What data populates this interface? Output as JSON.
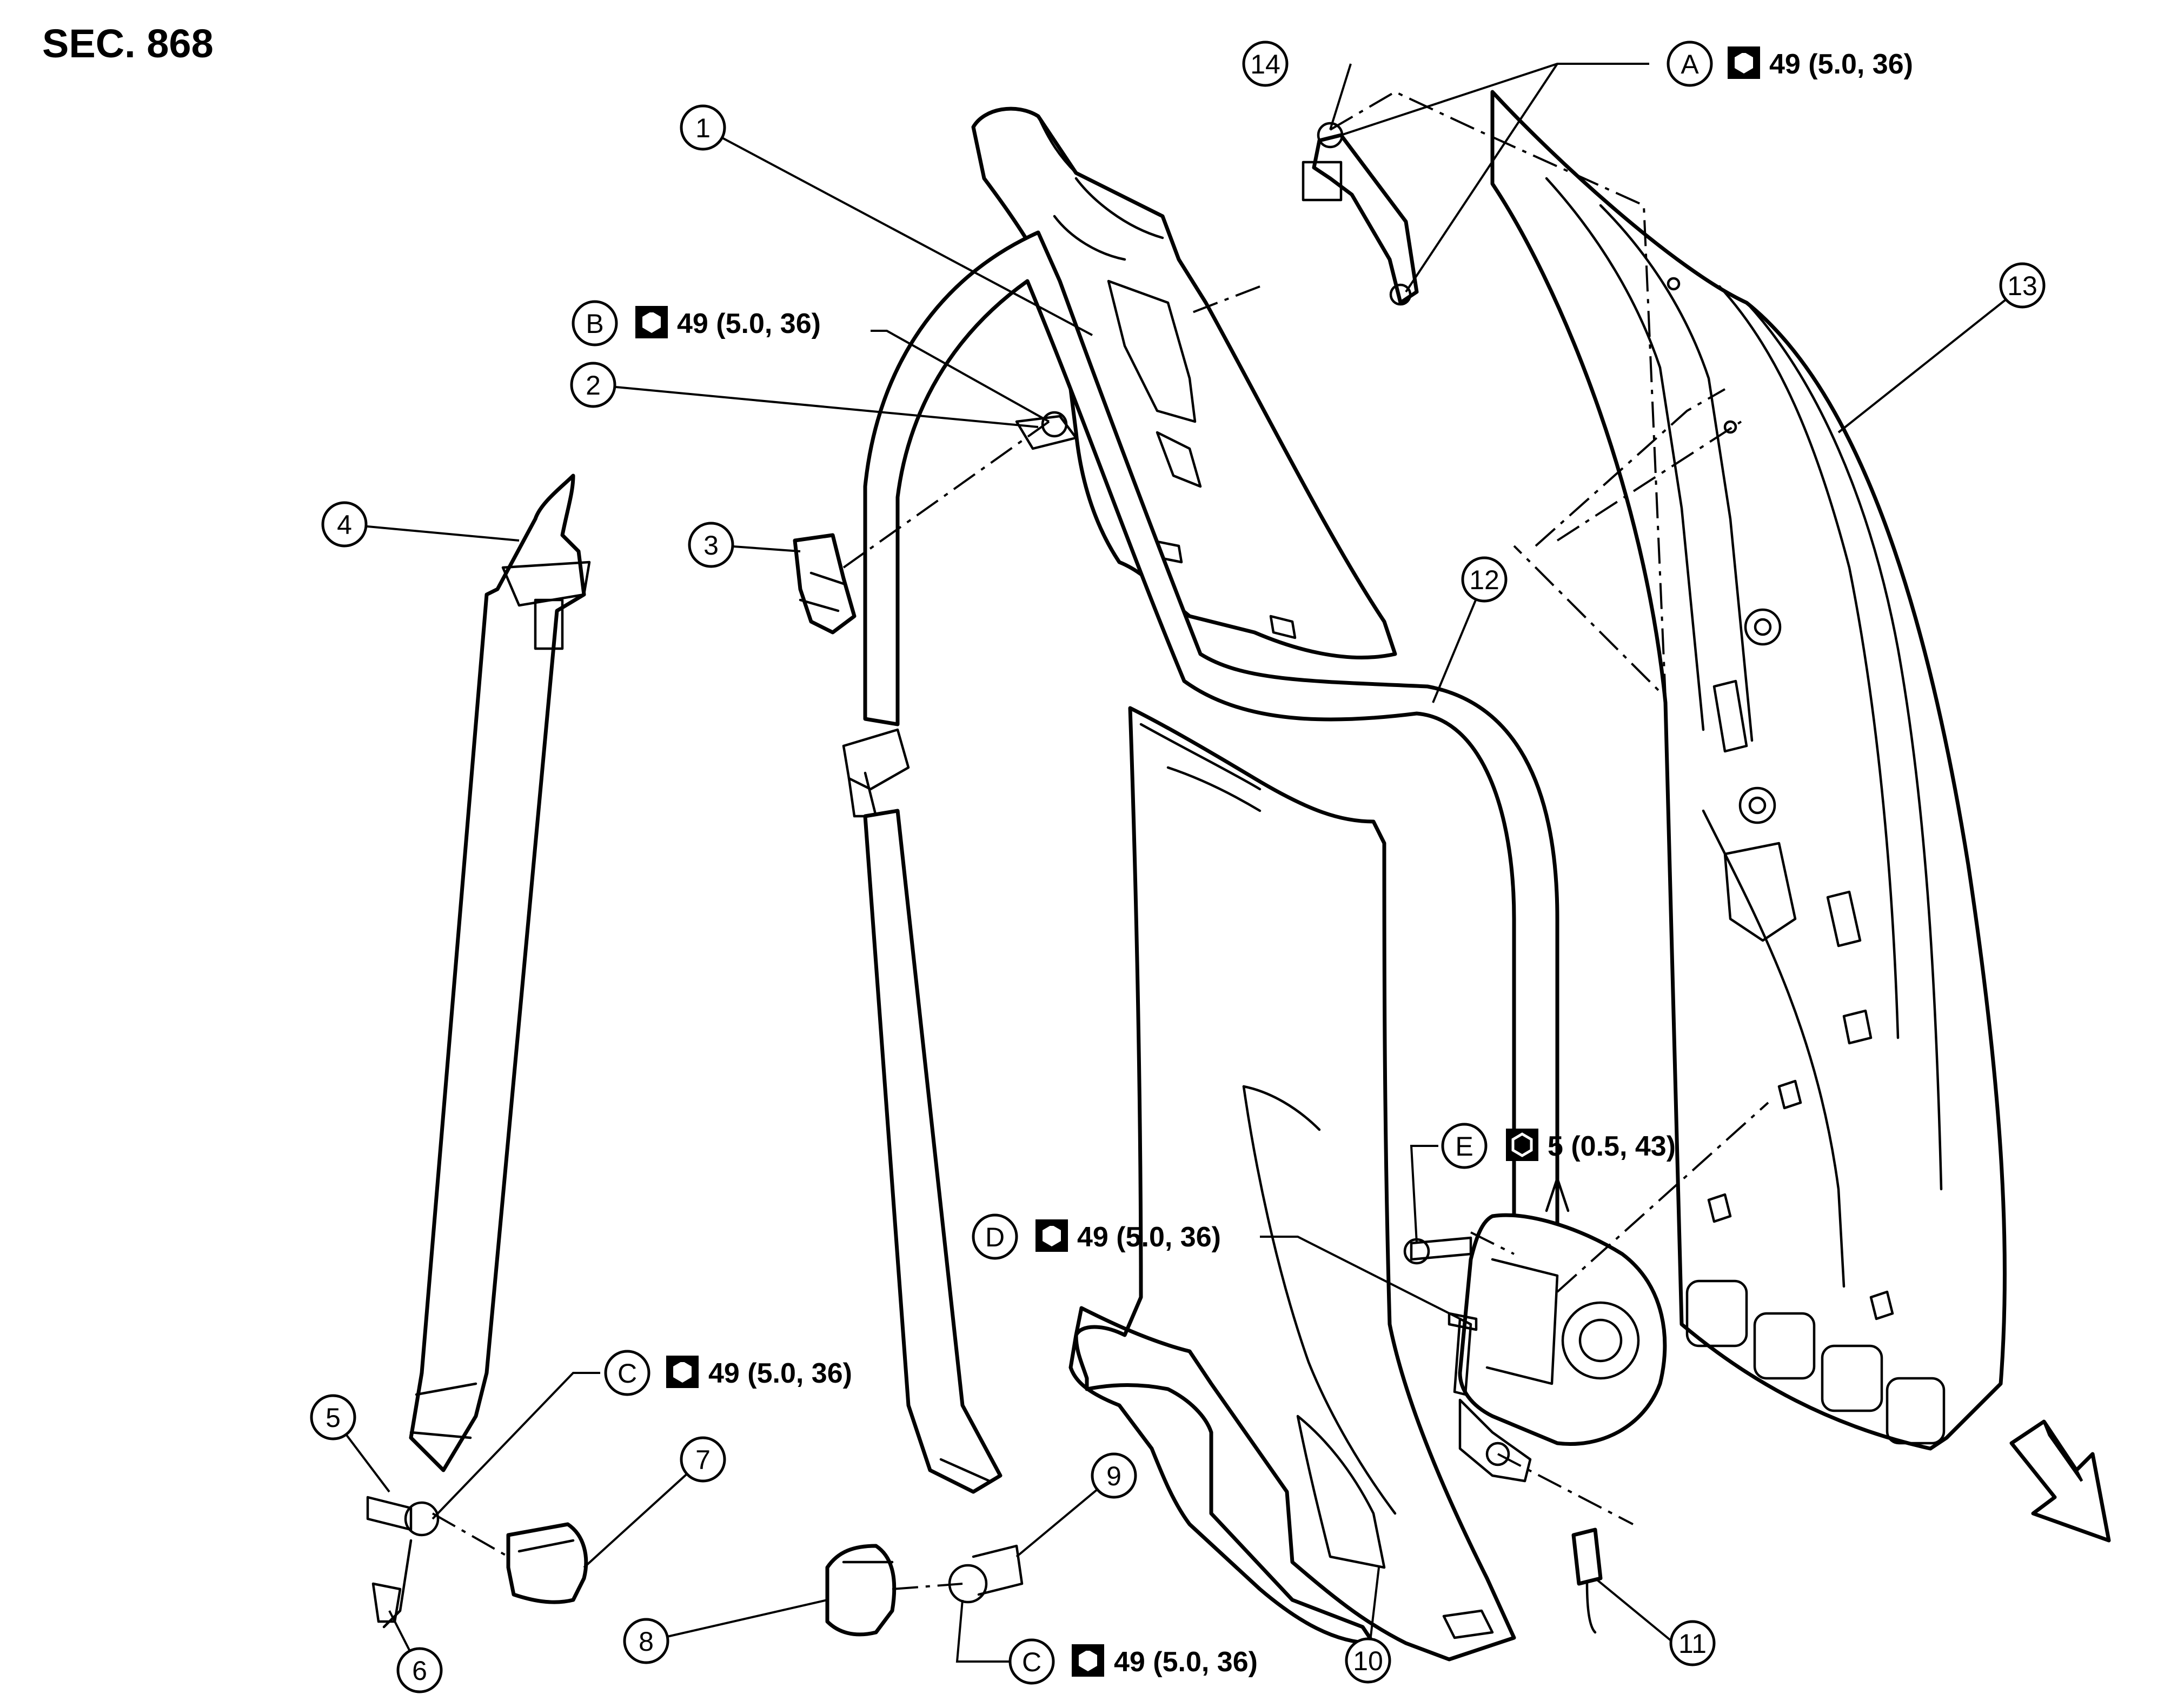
{
  "section_label": "SEC. 868",
  "callouts": [
    {
      "id": "1",
      "label": "1"
    },
    {
      "id": "2",
      "label": "2"
    },
    {
      "id": "3",
      "label": "3"
    },
    {
      "id": "4",
      "label": "4"
    },
    {
      "id": "5",
      "label": "5"
    },
    {
      "id": "6",
      "label": "6"
    },
    {
      "id": "7",
      "label": "7"
    },
    {
      "id": "8",
      "label": "8"
    },
    {
      "id": "9",
      "label": "9"
    },
    {
      "id": "10",
      "label": "10"
    },
    {
      "id": "11",
      "label": "11"
    },
    {
      "id": "12",
      "label": "12"
    },
    {
      "id": "13",
      "label": "13"
    },
    {
      "id": "14",
      "label": "14"
    }
  ],
  "torque_specs": [
    {
      "id": "A",
      "letter": "A",
      "value": "49 (5.0, 36)"
    },
    {
      "id": "B",
      "letter": "B",
      "value": "49 (5.0, 36)"
    },
    {
      "id": "C1",
      "letter": "C",
      "value": "49 (5.0, 36)"
    },
    {
      "id": "C2",
      "letter": "C",
      "value": "49 (5.0, 36)"
    },
    {
      "id": "D",
      "letter": "D",
      "value": "49 (5.0, 36)"
    },
    {
      "id": "E",
      "letter": "E",
      "value": "5 (0.5, 43)"
    }
  ],
  "icons": [
    "wrench-torque-icon",
    "socket-torque-icon",
    "front-direction-arrow-icon"
  ]
}
